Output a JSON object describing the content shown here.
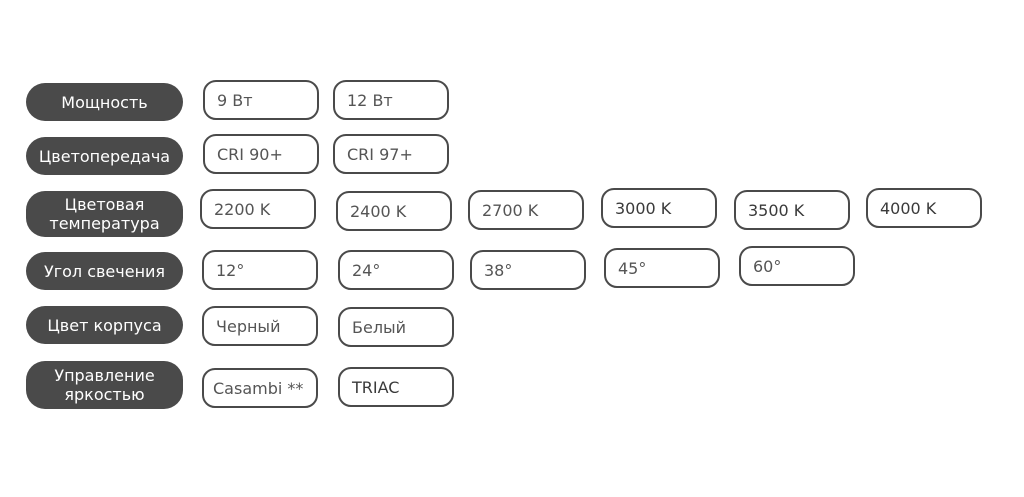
{
  "rows": [
    {
      "label": "Мощность",
      "options": [
        "9 Вт",
        "12 Вт"
      ]
    },
    {
      "label": "Цветопередача",
      "options": [
        "CRI 90+",
        "CRI 97+"
      ]
    },
    {
      "label": "Цветовая\nтемпература",
      "options": [
        "2200 K",
        "2400 K",
        "2700 K",
        "3000 K",
        "3500 K",
        "4000 K"
      ]
    },
    {
      "label": "Угол свечения",
      "options": [
        "12°",
        "24°",
        "38°",
        "45°",
        "60°"
      ]
    },
    {
      "label": "Цвет корпуса",
      "options": [
        "Черный",
        "Белый"
      ]
    },
    {
      "label": "Управление\nяркостью",
      "options": [
        "Casambi **",
        "TRIAC"
      ]
    }
  ]
}
